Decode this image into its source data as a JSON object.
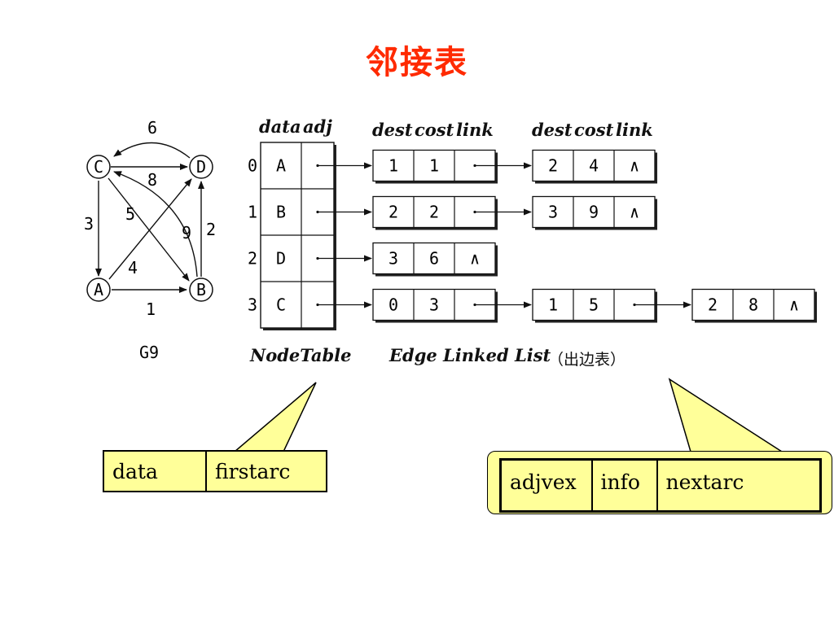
{
  "title": "邻接表",
  "graph": {
    "name": "G9",
    "nodes": [
      "A",
      "B",
      "C",
      "D"
    ],
    "edges": [
      {
        "from": "A",
        "to": "B",
        "weight": "1"
      },
      {
        "from": "A",
        "to": "D",
        "weight": "4"
      },
      {
        "from": "B",
        "to": "C",
        "weight": "9"
      },
      {
        "from": "B",
        "to": "D",
        "weight": "2"
      },
      {
        "from": "C",
        "to": "A",
        "weight": "3"
      },
      {
        "from": "C",
        "to": "B",
        "weight": "5"
      },
      {
        "from": "C",
        "to": "D",
        "weight": "8"
      },
      {
        "from": "D",
        "to": "C",
        "weight": "6"
      }
    ]
  },
  "node_table": {
    "caption": "NodeTable",
    "header_data": "data",
    "header_adj": "adj",
    "rows": [
      {
        "index": "0",
        "data": "A"
      },
      {
        "index": "1",
        "data": "B"
      },
      {
        "index": "2",
        "data": "D"
      },
      {
        "index": "3",
        "data": "C"
      }
    ]
  },
  "edge_list": {
    "caption": "Edge Linked List",
    "caption_note": "（出边表）",
    "headers": [
      "dest",
      "cost",
      "link"
    ],
    "null_symbol": "∧",
    "rows": [
      [
        [
          "1",
          "1"
        ],
        [
          "2",
          "4"
        ]
      ],
      [
        [
          "2",
          "2"
        ],
        [
          "3",
          "9"
        ]
      ],
      [
        [
          "3",
          "6"
        ]
      ],
      [
        [
          "0",
          "3"
        ],
        [
          "1",
          "5"
        ],
        [
          "2",
          "8"
        ]
      ]
    ]
  },
  "callouts": {
    "vertex_node": [
      "data",
      "firstarc"
    ],
    "arc_node": [
      "adjvex",
      "info",
      "nextarc"
    ]
  },
  "colors": {
    "title": "#ff2a00",
    "callout_fill": "#ffff99"
  }
}
